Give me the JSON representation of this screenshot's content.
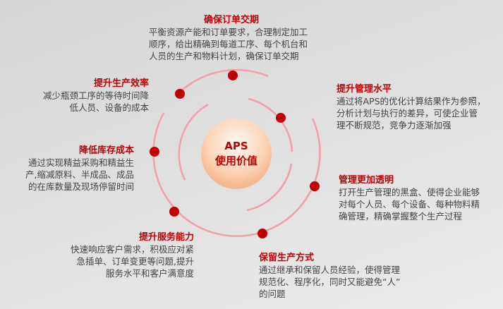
{
  "center": {
    "line1": "APS",
    "line2": "使用价值"
  },
  "colors": {
    "accent": "#c00000",
    "ring": "#f2a0a8"
  },
  "items": [
    {
      "title": "确保订单交期",
      "lines": [
        "平衡资源产能和订单要求，合理制定加工",
        "顺序，给出精确到每道工序、每个机台和",
        "人员的生产和物料计划，确保订单交期"
      ]
    },
    {
      "title": "提升生产效率",
      "lines": [
        "减少瓶颈工序的等待时间降",
        "低人员、设备的成本"
      ]
    },
    {
      "title": "降低库存成本",
      "lines": [
        "通过实现精益采购和精益生",
        "产,缩减原料、半成品、成品",
        "的在库数量及现场停留时间"
      ]
    },
    {
      "title": "提升服务能力",
      "lines": [
        "快速响应客户需求，积极应对紧",
        "急插单、订单变更等问题,提升",
        "服务水平和客户满意度"
      ]
    },
    {
      "title": "提升管理水平",
      "lines": [
        "通过将APS的优化计算结果作为参照，",
        "分析计划与执行的差异，可使企业管",
        "理不断规范，竞争力逐渐加强"
      ]
    },
    {
      "title": "管理更加透明",
      "lines": [
        "打开生产管理的黑盒、使得企业能够",
        "对每个人员、每个设备、每种物料精",
        "确管理，精确掌握整个生产过程"
      ]
    },
    {
      "title": "保留生产方式",
      "lines": [
        "通过继承和保留人员经验，使得管理",
        "规范化、程序化，同时又能避免“人”",
        "的问题"
      ]
    }
  ]
}
